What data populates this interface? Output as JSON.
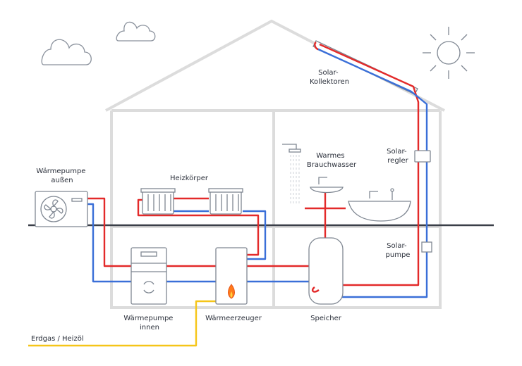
{
  "labels": {
    "heat_pump_outdoor_1": "Wärmepumpe",
    "heat_pump_outdoor_2": "außen",
    "radiators": "Heizkörper",
    "solar_collectors_1": "Solar-",
    "solar_collectors_2": "Kollektoren",
    "hot_water_1": "Warmes",
    "hot_water_2": "Brauchwasser",
    "solar_controller_1": "Solar-",
    "solar_controller_2": "regler",
    "solar_pump_1": "Solar-",
    "solar_pump_2": "pumpe",
    "heat_pump_indoor_1": "Wärmepumpe",
    "heat_pump_indoor_2": "innen",
    "heat_generator": "Wärmeerzeuger",
    "storage_tank": "Speicher",
    "fuel": "Erdgas / Heizöl"
  },
  "colors": {
    "hot_pipe": "#e32a2a",
    "cold_pipe": "#3a6fd8",
    "gas_pipe": "#f5c518",
    "house_outline": "#dcdcdc",
    "device_stroke": "#7f8792",
    "text": "#2a2f3a"
  },
  "icons": [
    "cloud-icon",
    "sun-icon",
    "fan-icon",
    "cycle-arrows-icon",
    "flame-icon",
    "shower-icon",
    "tap-icon"
  ]
}
